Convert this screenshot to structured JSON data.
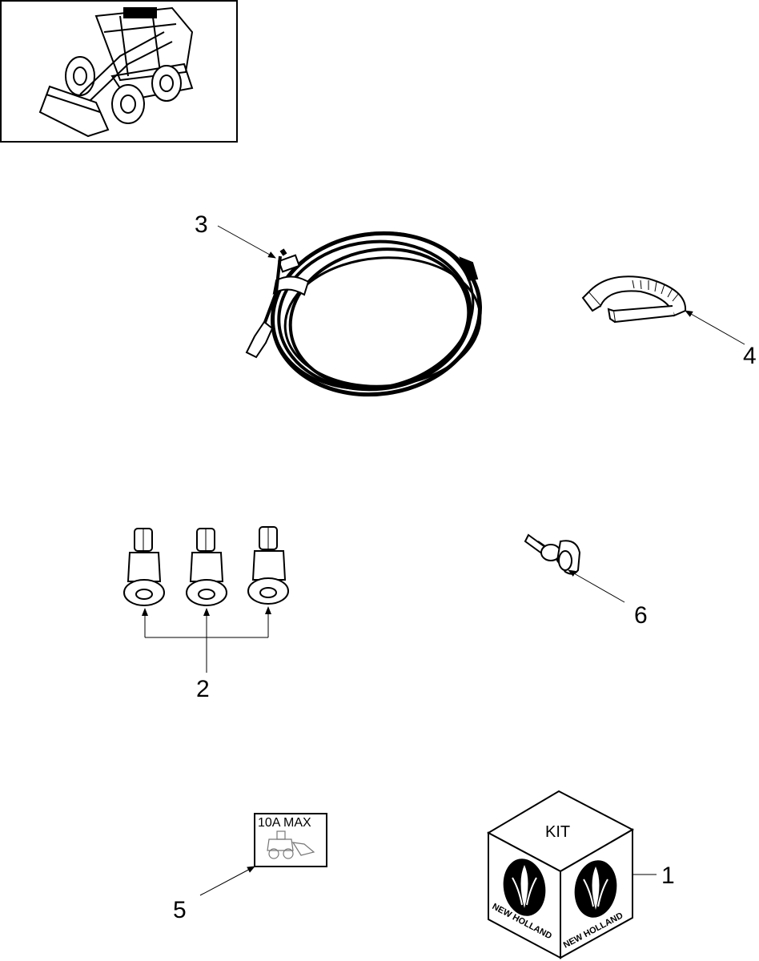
{
  "callouts": {
    "kit": "1",
    "bulbs": "2",
    "harness": "3",
    "clamp": "4",
    "decal": "5",
    "switch": "6"
  },
  "decal": {
    "label": "10A MAX"
  },
  "kit_box": {
    "top_label": "KIT",
    "brand_left": "NEW HOLLAND",
    "brand_right": "NEW HOLLAND"
  },
  "thumbnail": {
    "icon": "skid-steer-loader-icon"
  }
}
